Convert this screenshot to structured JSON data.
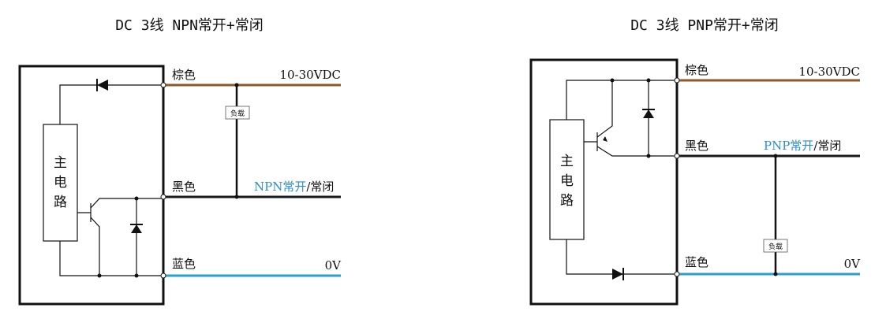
{
  "left": {
    "title": "DC 3线 NPN常开+常闭",
    "brown_label": "棕色",
    "supply_label": "10-30VDC",
    "load_label": "负载",
    "black_label": "黑色",
    "output_npn": "NPN常开",
    "output_sep": "/常闭",
    "blue_label": "蓝色",
    "zero_label": "0V",
    "main_circuit": [
      "主",
      "电",
      "路"
    ]
  },
  "right": {
    "title": "DC 3线 PNP常开+常闭",
    "brown_label": "棕色",
    "supply_label": "10-30VDC",
    "black_label": "黑色",
    "output_pnp": "PNP常开",
    "output_sep": "/常闭",
    "load_label": "负载",
    "blue_label": "蓝色",
    "zero_label": "0V",
    "main_circuit": [
      "主",
      "电",
      "路"
    ]
  },
  "colors": {
    "brown_wire": "#8a5a2b",
    "black_wire": "#1a1a1a",
    "blue_wire": "#2a9fd0",
    "blue_text": "#2a8fcf"
  }
}
